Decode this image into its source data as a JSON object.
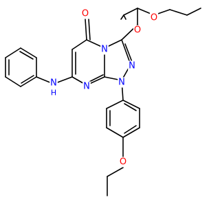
{
  "molecule": {
    "atom_labels": {
      "ketone_oxygen": "O",
      "ester_carbonyl_oxygen": "O",
      "ester_ether_oxygen": "O",
      "aryl_ether_oxygen": "O",
      "bridgehead_nitrogen": "N",
      "pyrimidine_nitrogen": "N",
      "triazole_n1": "N",
      "triazole_n2": "N",
      "amine_nitrogen": "N",
      "amine_hydrogen": "H"
    },
    "colors": {
      "bond": "#000000",
      "oxygen": "#ff0000",
      "nitrogen": "#0000ff"
    }
  }
}
